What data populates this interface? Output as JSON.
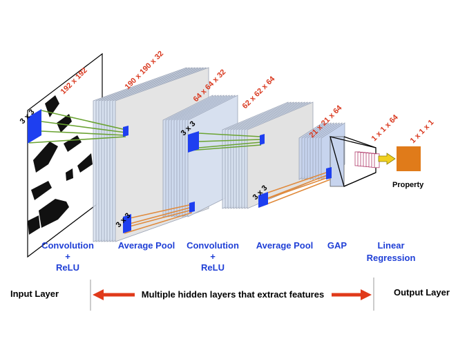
{
  "dims": {
    "input": "192 x 192",
    "conv1": "190 x 190 x 32",
    "pool1": "64 x 64 x 32",
    "conv2": "62 x 62 x 64",
    "pool2": "21 x 21 x 64",
    "gap": "1 x 1 x 64",
    "output": "1 x 1 x 1"
  },
  "kernels": {
    "k1": "3 x 3",
    "k2": "3 x 3",
    "k3": "3 x 3",
    "k4": "3 x 3"
  },
  "operations": {
    "conv1_line1": "Convolution",
    "conv1_line2": "+",
    "conv1_line3": "ReLU",
    "pool1": "Average Pool",
    "conv2_line1": "Convolution",
    "conv2_line2": "+",
    "conv2_line3": "ReLU",
    "pool2": "Average Pool",
    "gap": "GAP",
    "linreg_line1": "Linear",
    "linreg_line2": "Regression"
  },
  "property_label": "Property",
  "sections": {
    "input_layer": "Input Layer",
    "hidden_layers": "Multiple hidden layers that extract features",
    "output_layer": "Output Layer"
  },
  "colors": {
    "dimension_text": "#d9381e",
    "operation_text": "#1f3fd6",
    "kernel_fill": "#1e3ff0",
    "feature_map_fill": "#d7e0ef",
    "conv_lines": "#6aa332",
    "pool_lines": "#e08a3c",
    "output_box": "#e07b1a",
    "arrow_red": "#e03a1a",
    "output_arrow": "#f0d020"
  }
}
